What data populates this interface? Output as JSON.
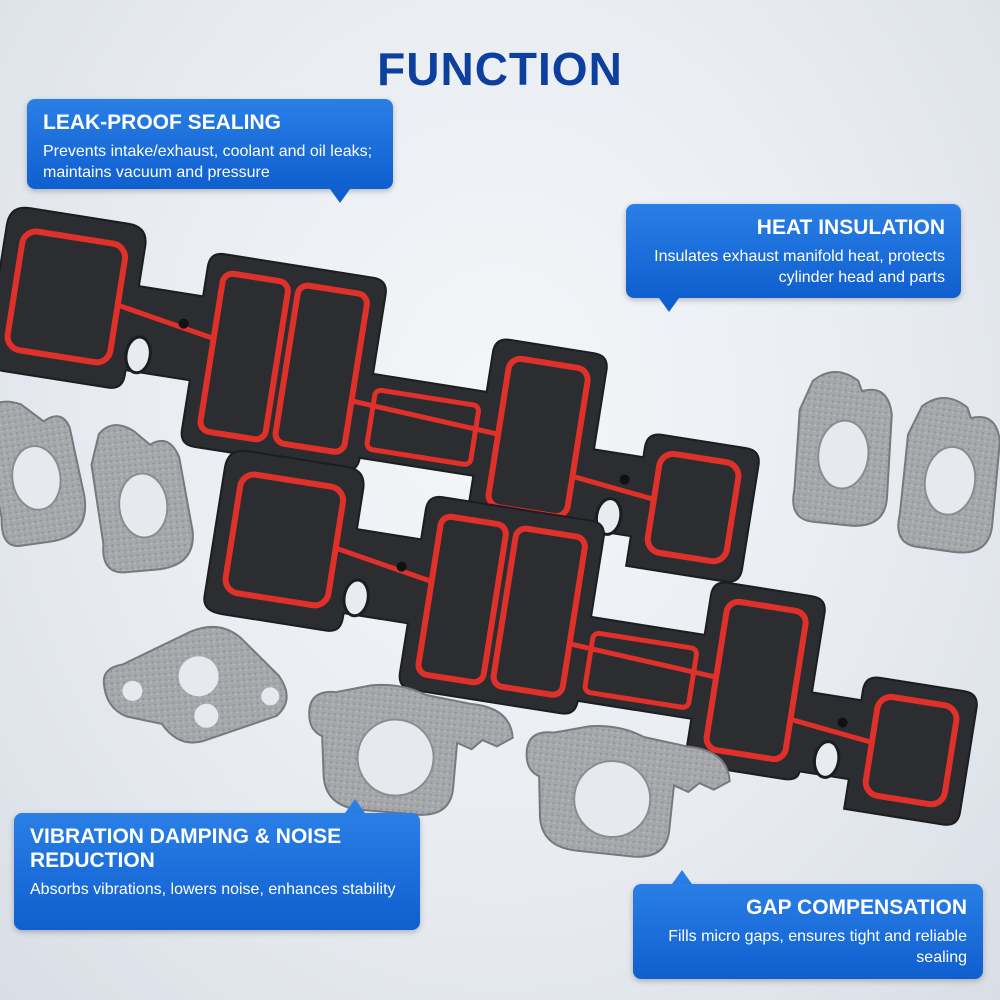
{
  "title": "FUNCTION",
  "callouts": {
    "leak": {
      "title": "LEAK-PROOF SEALING",
      "body": "Prevents intake/exhaust, coolant and oil leaks; maintains vacuum and pressure"
    },
    "heat": {
      "title": "HEAT INSULATION",
      "body": "Insulates exhaust manifold heat, protects cylinder head and parts"
    },
    "vibration": {
      "title": "VIBRATION DAMPING & NOISE REDUCTION",
      "body": "Absorbs vibrations, lowers noise, enhances stability"
    },
    "gap": {
      "title": "GAP COMPENSATION",
      "body": "Fills micro gaps, ensures tight and reliable sealing"
    }
  },
  "colors": {
    "title": "#0d3f9e",
    "callout": "#1a6fe0",
    "gasket_frame": "#2b2d31",
    "gasket_seal": "#e0302a",
    "graphite": "#a9aaad"
  }
}
